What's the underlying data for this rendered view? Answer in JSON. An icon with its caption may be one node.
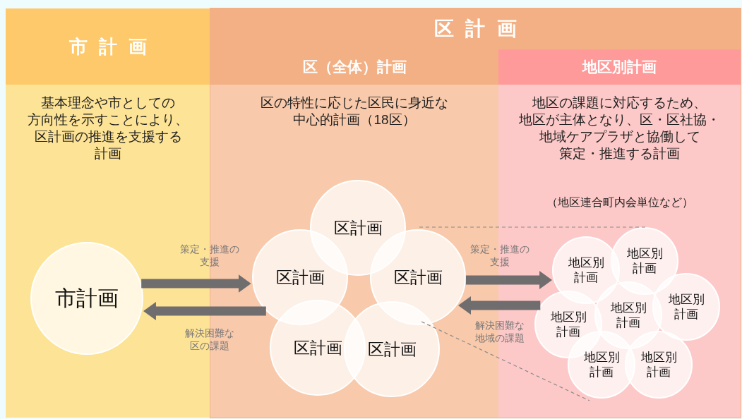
{
  "diagram": {
    "nodes": [
      {
        "text": [
          "市計画",
          "基本理念や市としての方向性を示すことにより、区計画の推進を支援する計画"
        ]
      },
      {
        "text": [
          "区計画"
        ]
      },
      {
        "text": [
          "区（全体）計画",
          "区の特性に応じた区民に身近な中心的計画（18区）"
        ],
        "in": 1
      },
      {
        "text": [
          "地区別計画",
          "地区の課題に対応するため、地区が主体となり、区・区社協・地域ケアプラザと協働して策定・推進する計画",
          "（地区連合町内会単位など）"
        ],
        "in": 1
      },
      {
        "text": [
          "市計画"
        ],
        "in": 0
      },
      {
        "text": [
          "区計画"
        ],
        "in": 2
      },
      {
        "text": [
          "区計画"
        ],
        "in": 2
      },
      {
        "text": [
          "区計画"
        ],
        "in": 2
      },
      {
        "text": [
          "区計画"
        ],
        "in": 2
      },
      {
        "text": [
          "区計画"
        ],
        "in": 2
      },
      {
        "text": [
          "地区別計画"
        ],
        "in": 3
      },
      {
        "text": [
          "地区別計画"
        ],
        "in": 3
      },
      {
        "text": [
          "地区別計画"
        ],
        "in": 3
      },
      {
        "text": [
          "地区別計画"
        ],
        "in": 3
      },
      {
        "text": [
          "地区別計画"
        ],
        "in": 3
      },
      {
        "text": [
          "地区別計画"
        ],
        "in": 3
      },
      {
        "text": [
          "地区別計画"
        ],
        "in": 3
      }
    ],
    "edges": [
      {
        "from": 4,
        "to": 6,
        "arrow": "to",
        "label": "策定・推進の支援"
      },
      {
        "from": 6,
        "to": 4,
        "arrow": "to",
        "label": "解決困難な区の課題"
      },
      {
        "from": 7,
        "to": 11,
        "arrow": "to",
        "label": "策定・推進の支援"
      },
      {
        "from": 14,
        "to": 7,
        "arrow": "to",
        "label": "解決困難な地域の課題"
      }
    ]
  }
}
